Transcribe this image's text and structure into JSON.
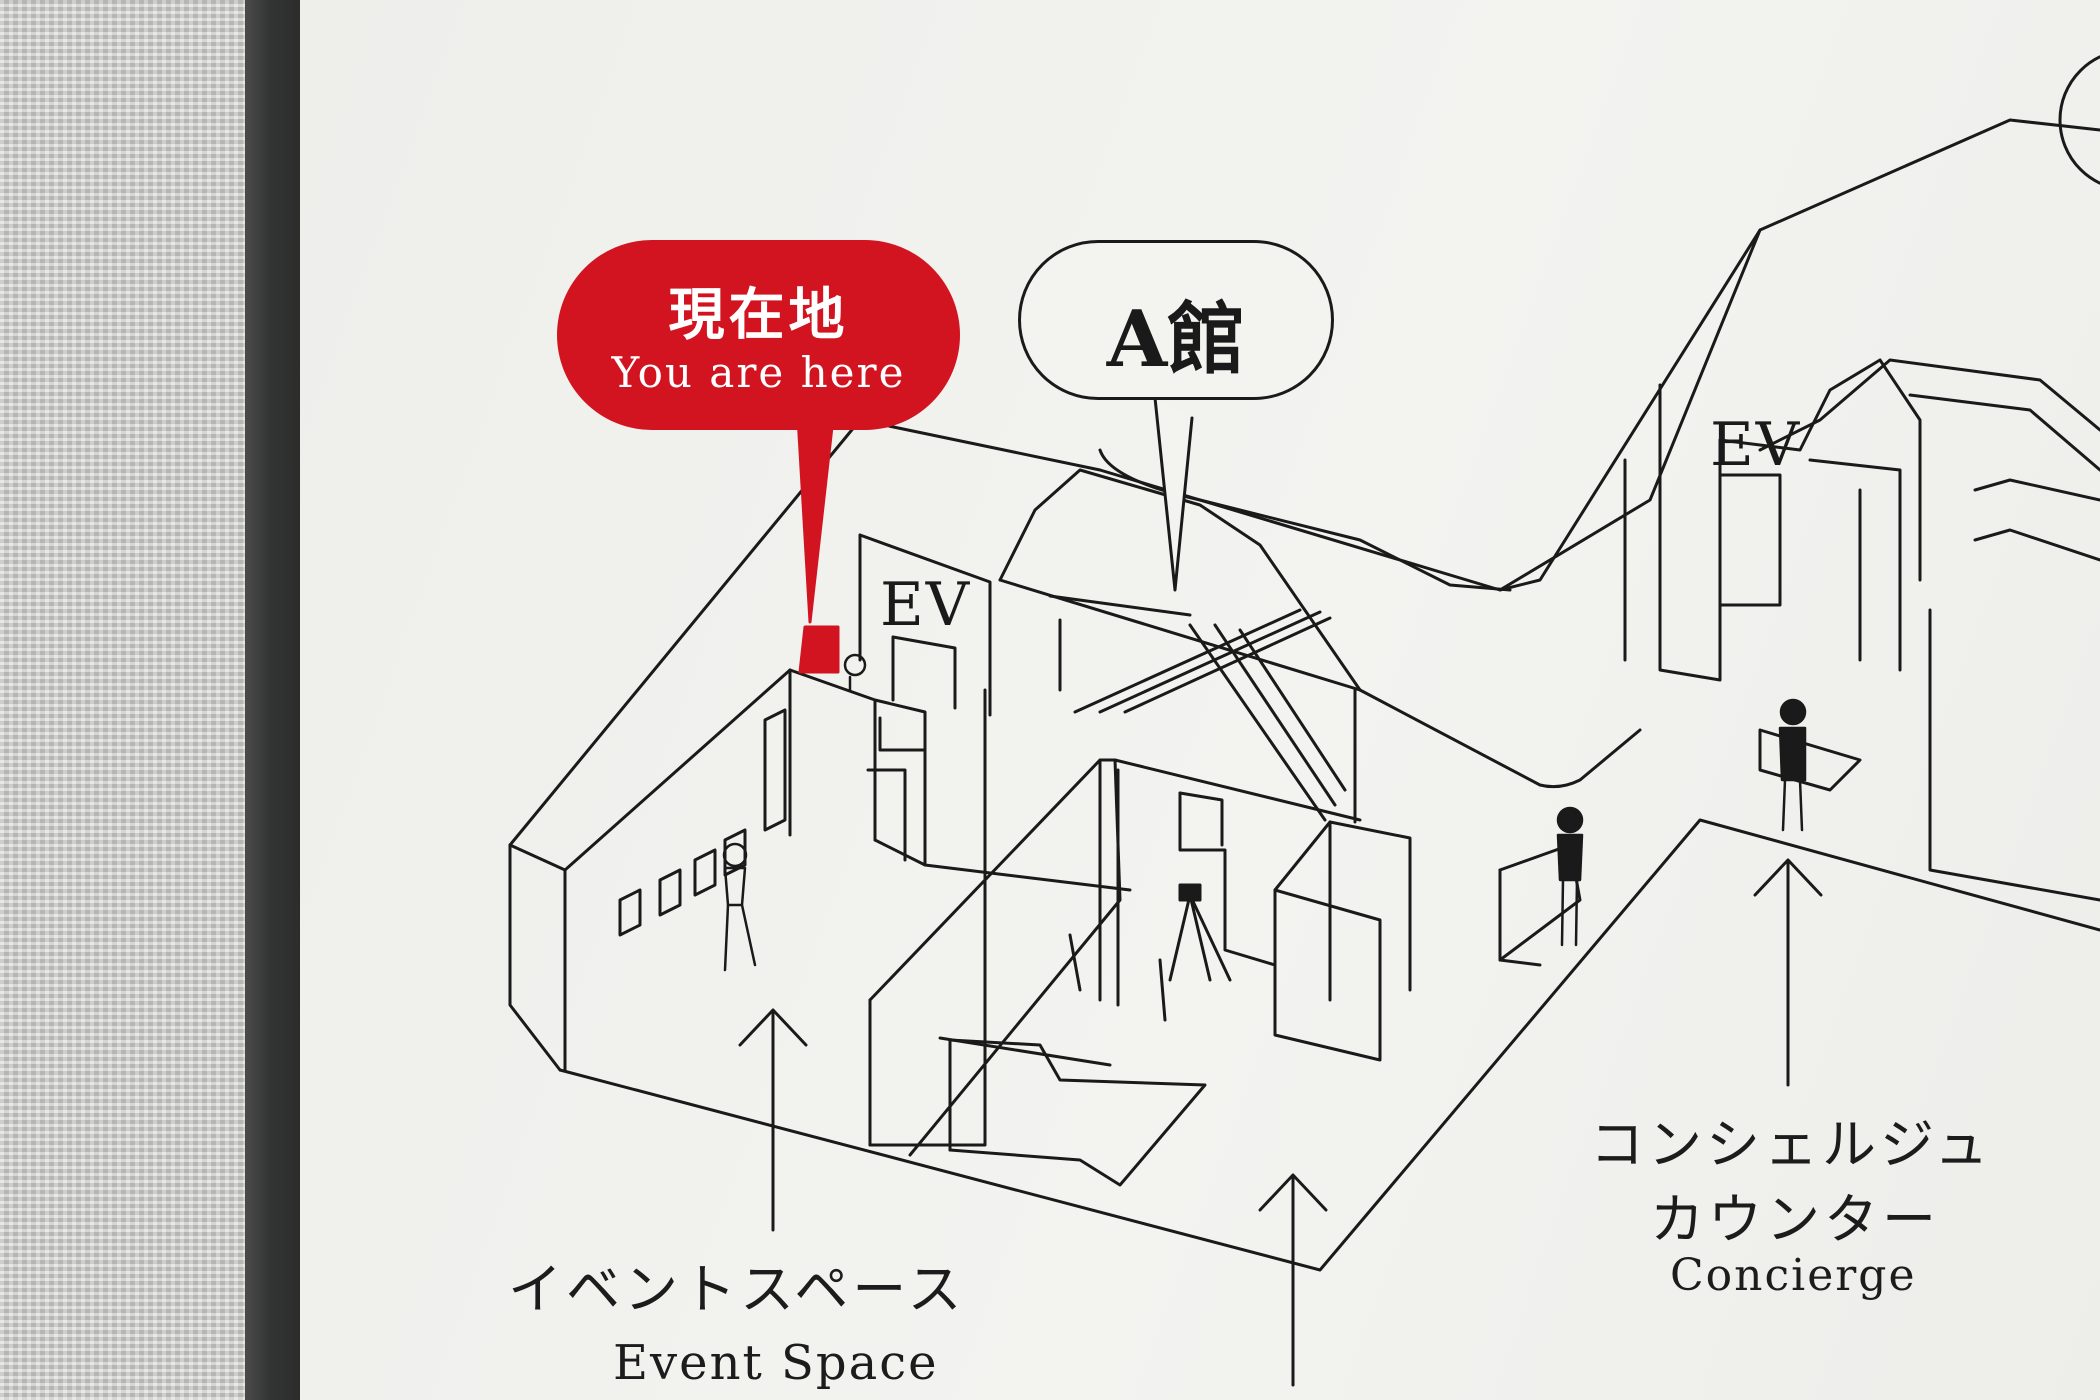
{
  "map": {
    "you_are_here": {
      "label_ja": "現在地",
      "label_en": "You are here",
      "color": "#d21420"
    },
    "building_label": "A館",
    "elevators": [
      "EV",
      "EV"
    ],
    "areas": {
      "event_space": {
        "label_ja": "イベントスペース",
        "label_en": "Event Space"
      },
      "concierge": {
        "label_ja_line1": "コンシェルジュ",
        "label_ja_line2": "カウンター",
        "label_en": "Concierge"
      }
    }
  },
  "colors": {
    "line": "#1a1a1a",
    "board": "#f1f1ee",
    "accent": "#d21420"
  }
}
